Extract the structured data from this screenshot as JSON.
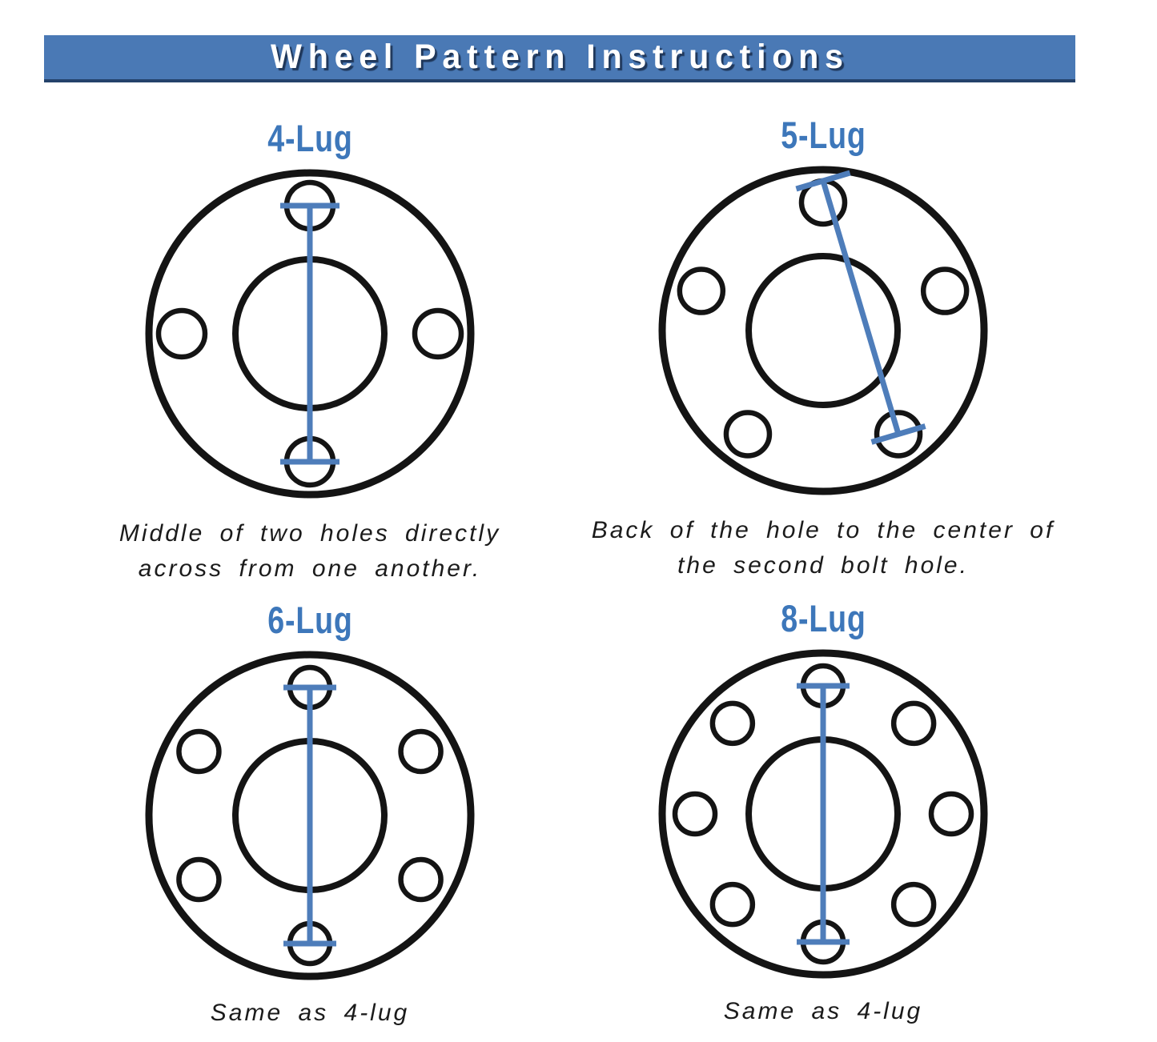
{
  "title_bar": {
    "label": "Wheel Pattern Instructions",
    "bg_color": "#4a79b5",
    "underline_color": "#24426b",
    "text_color": "#ffffff"
  },
  "colors": {
    "label_blue": "#3d77ba",
    "measure_line_blue": "#4e7dba",
    "outline_black": "#141414",
    "caption_black": "#1b1b1b",
    "background": "#ffffff"
  },
  "wheels": [
    {
      "id": "4lug",
      "label": "4-Lug",
      "lug_count": 4,
      "caption_lines": [
        "Middle of two holes directly",
        "across from one another."
      ],
      "measure": {
        "type": "center-to-center",
        "from_lug": 0,
        "to_lug": 2,
        "description": "Vertical measurement line from middle of top hole to middle of bottom hole"
      }
    },
    {
      "id": "5lug",
      "label": "5-Lug",
      "lug_count": 5,
      "caption_lines": [
        "Back of the hole to the center of",
        "the second bolt hole."
      ],
      "measure": {
        "type": "back-to-center",
        "from_lug": 0,
        "to_lug": 2,
        "description": "Diagonal measurement line from back edge of top hole to center of second bolt hole"
      }
    },
    {
      "id": "6lug",
      "label": "6-Lug",
      "lug_count": 6,
      "caption_lines": [
        "Same as 4-lug"
      ],
      "measure": {
        "type": "center-to-center",
        "from_lug": 0,
        "to_lug": 3,
        "description": "Vertical measurement line from middle of top hole to middle of bottom hole"
      }
    },
    {
      "id": "8lug",
      "label": "8-Lug",
      "lug_count": 8,
      "caption_lines": [
        "Same as 4-lug"
      ],
      "measure": {
        "type": "center-to-center",
        "from_lug": 0,
        "to_lug": 4,
        "description": "Vertical measurement line from middle of top hole to middle of bottom hole"
      }
    }
  ]
}
